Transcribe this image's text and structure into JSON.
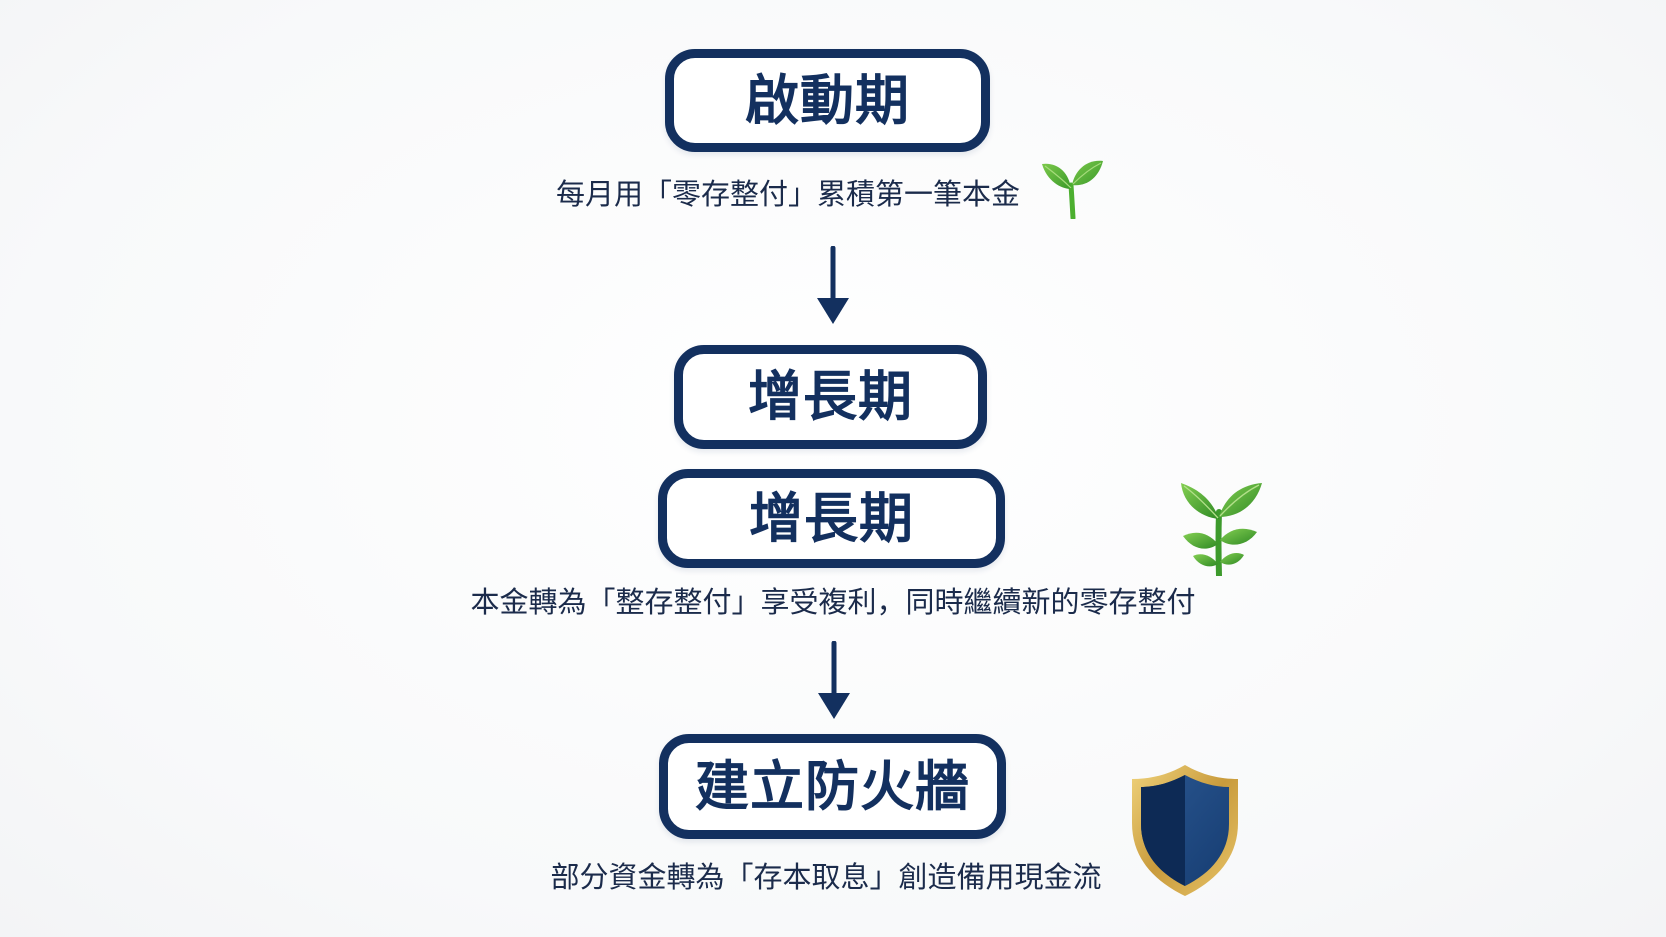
{
  "steps": [
    {
      "title": "啟動期",
      "description": "每月用「零存整付」累積第一筆本金",
      "icon": "sprout-icon"
    },
    {
      "title": "增長期"
    },
    {
      "title": "增長期",
      "description": "本金轉為「整存整付」享受複利，同時繼續新的零存整付",
      "icon": "plant-icon"
    },
    {
      "title": "建立防火牆",
      "description": "部分資金轉為「存本取息」創造備用現金流",
      "icon": "shield-icon"
    }
  ],
  "connectors": [
    "down-arrow-icon",
    "down-arrow-icon"
  ],
  "colors": {
    "navy": "#13305f",
    "text": "#1b2b4b",
    "leaf_green": "#4caf2f",
    "shield_gold": "#d4ae52",
    "shield_navy": "#143a6e",
    "background": "#f9fafb"
  }
}
